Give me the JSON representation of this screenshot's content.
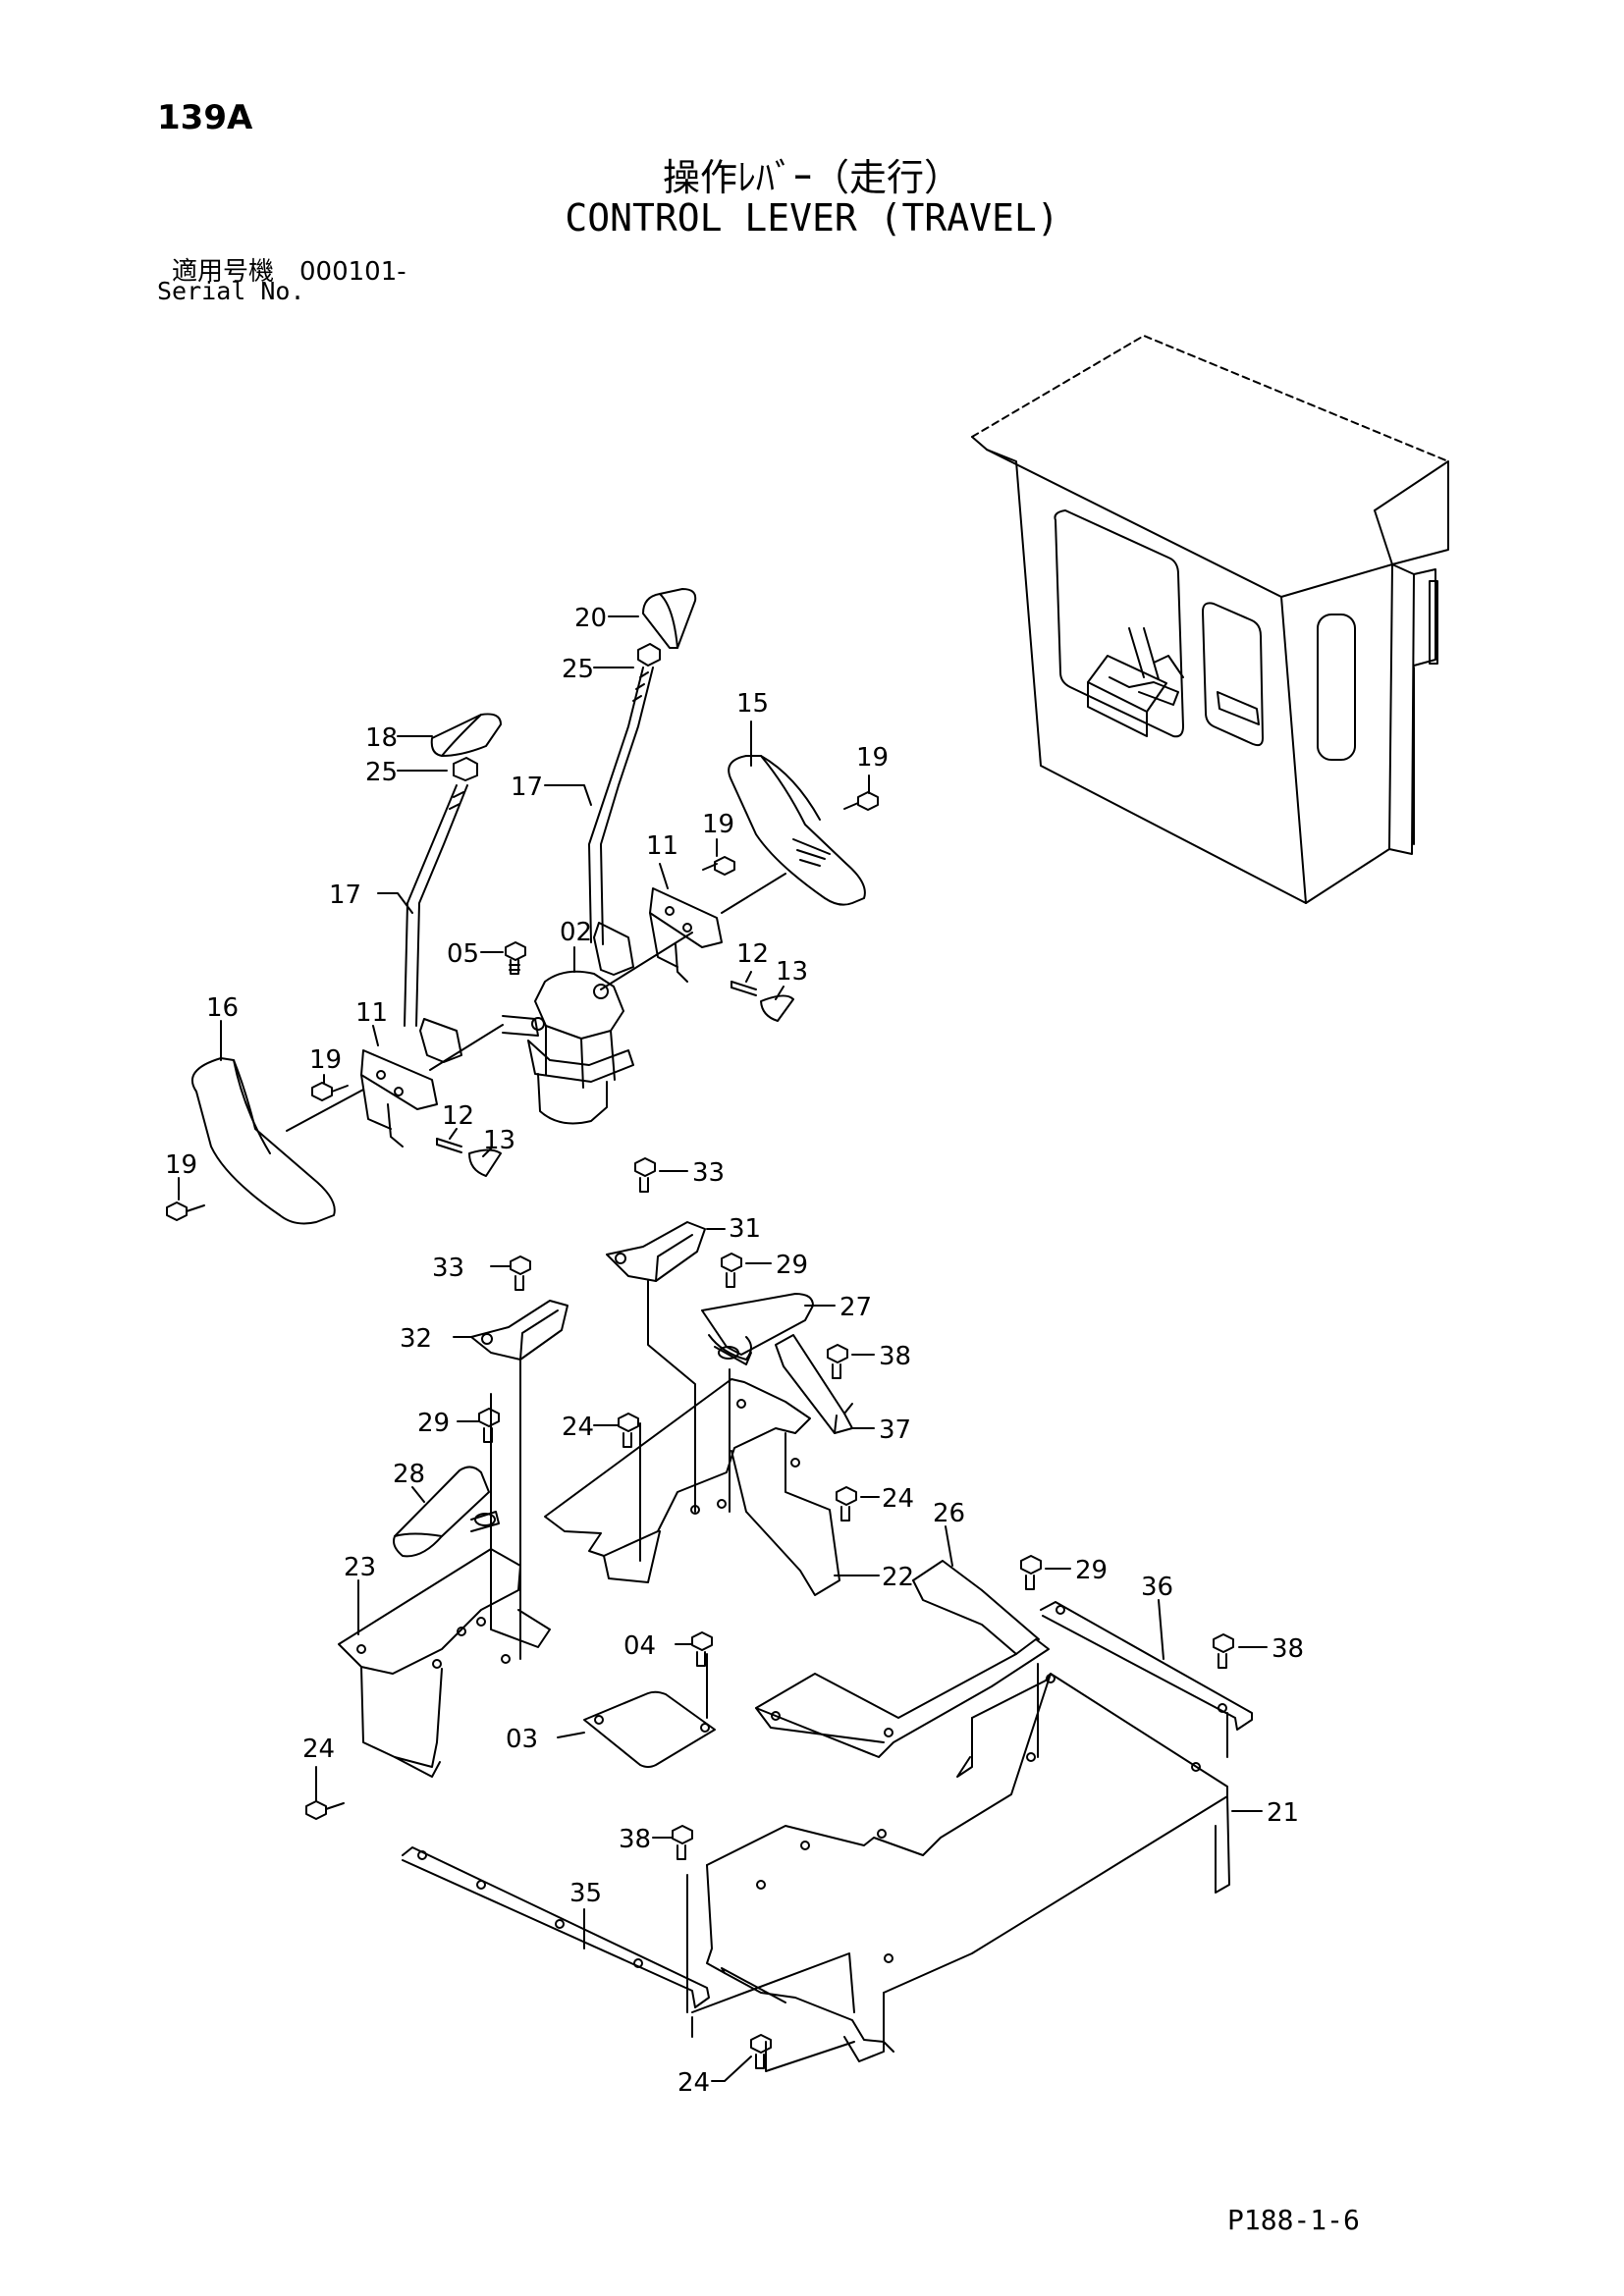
{
  "header": {
    "page_number": "139A",
    "title_jp": "操作ﾚﾊﾞｰ（走行）",
    "title_en": "CONTROL LEVER (TRAVEL)",
    "serial_jp": "適用号機　000101-",
    "serial_en": "Serial No."
  },
  "footer": {
    "reference": "P188-1-6"
  },
  "callouts": {
    "c20": "20",
    "c25a": "25",
    "c18": "18",
    "c25b": "25",
    "c17a": "17",
    "c17b": "17",
    "c15": "15",
    "c19a": "19",
    "c19b": "19",
    "c11a": "11",
    "c11b": "11",
    "c05": "05",
    "c02": "02",
    "c12a": "12",
    "c13a": "13",
    "c16": "16",
    "c19c": "19",
    "c12b": "12",
    "c13b": "13",
    "c19d": "19",
    "c33a": "33",
    "c31": "31",
    "c33b": "33",
    "c29a": "29",
    "c27": "27",
    "c32": "32",
    "c38a": "38",
    "c37": "37",
    "c29b": "29",
    "c24a": "24",
    "c28": "28",
    "c24b": "24",
    "c26": "26",
    "c22": "22",
    "c23": "23",
    "c29c": "29",
    "c36": "36",
    "c04": "04",
    "c38b": "38",
    "c03": "03",
    "c24c": "24",
    "c21": "21",
    "c38c": "38",
    "c35": "35",
    "c24d": "24"
  },
  "icons": {
    "bolt": "hex-bolt-icon",
    "pin": "spring-pin-icon"
  }
}
